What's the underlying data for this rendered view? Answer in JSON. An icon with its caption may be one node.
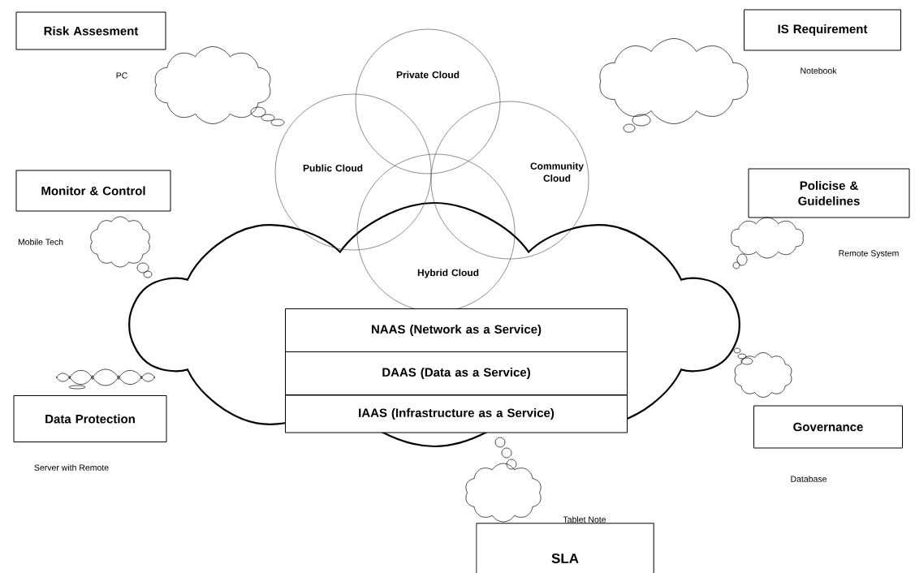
{
  "diagram": {
    "nodes": [
      {
        "text": [
          "Risk Assesment"
        ]
      },
      {
        "text": [
          "IS Requirement"
        ]
      },
      {
        "text": [
          "Private Cloud"
        ]
      },
      {
        "text": [
          "Public Cloud"
        ]
      },
      {
        "text": [
          "Community Cloud"
        ]
      },
      {
        "text": [
          "Hybrid Cloud"
        ]
      },
      {
        "text": [
          "Monitor & Control"
        ]
      },
      {
        "text": [
          "Policise & Guidelines"
        ]
      },
      {
        "text": [],
        "shape": "cloud"
      },
      {
        "text": [
          "NAAS (Network as a Service)"
        ],
        "in": 8
      },
      {
        "text": [
          "DAAS (Data as a Service)"
        ],
        "in": 8
      },
      {
        "text": [
          "IAAS (Infrastructure as a Service)"
        ],
        "in": 8
      },
      {
        "text": [
          "Data Protection"
        ]
      },
      {
        "text": [
          "Governance"
        ]
      },
      {
        "text": [
          "SLA"
        ]
      },
      {
        "text": [],
        "shape": "cloud"
      },
      {
        "text": [],
        "shape": "cloud"
      },
      {
        "text": [],
        "shape": "cloud"
      },
      {
        "text": [],
        "shape": "cloud"
      },
      {
        "text": [],
        "shape": "cloud"
      },
      {
        "text": [],
        "shape": "cloud"
      },
      {
        "text": [],
        "shape": "cloud"
      }
    ],
    "labels": [
      "PC",
      "Notebook",
      "Mobile Tech",
      "Remote System",
      "Server with Remote",
      "Database",
      "Tablet Note"
    ]
  }
}
